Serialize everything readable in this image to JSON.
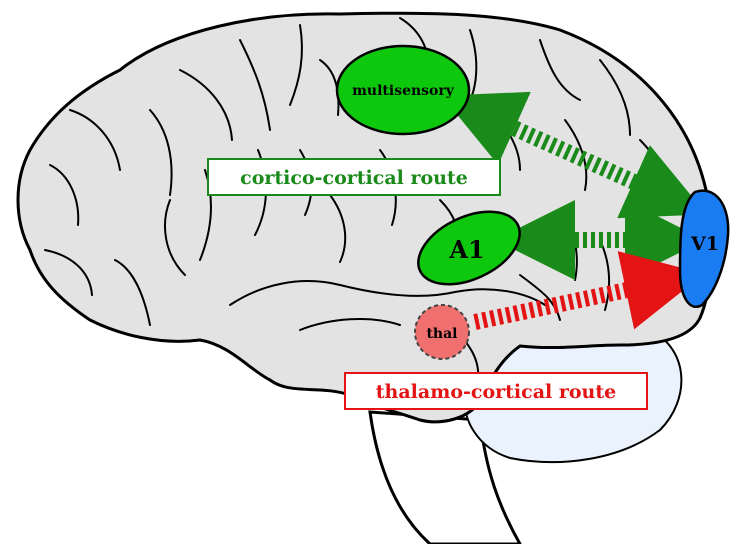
{
  "regions": {
    "multisensory": "multisensory",
    "a1": "A1",
    "v1": "V1",
    "thalamus": "thal"
  },
  "routes": {
    "cortico_cortical": "cortico-cortical route",
    "thalamo_cortical": "thalamo-cortical route"
  },
  "colors": {
    "brain_fill": "#e3e3e3",
    "cerebellum_fill": "#eaf2fd",
    "region_green": "#0ec80e",
    "region_blue": "#1a7cf2",
    "thal_red": "#f07070",
    "route_green": "#1a8a1a",
    "route_red": "#e41414"
  }
}
